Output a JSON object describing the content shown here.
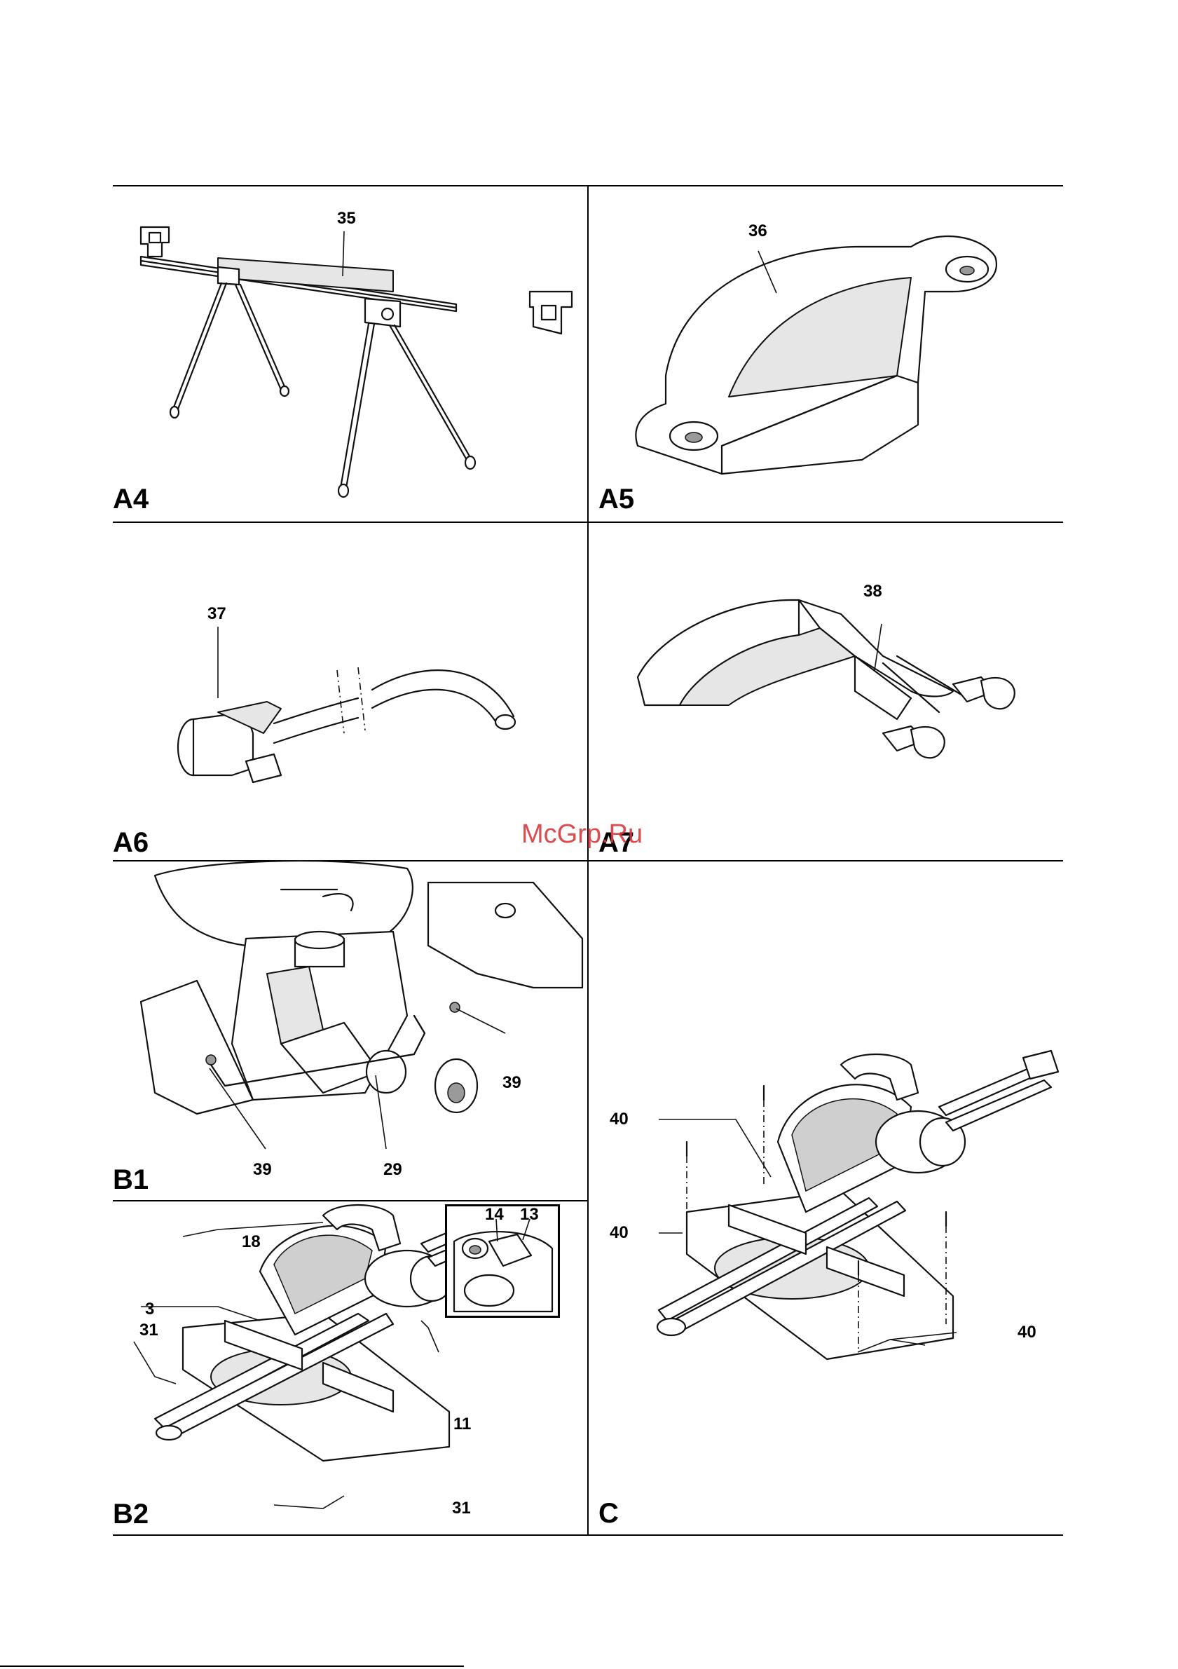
{
  "panels": {
    "a4": {
      "label": "A4",
      "callout": "35"
    },
    "a5": {
      "label": "A5",
      "callout": "36"
    },
    "a6": {
      "label": "A6",
      "callout": "37"
    },
    "a7": {
      "label": "A7",
      "callout": "38"
    },
    "b1": {
      "label": "B1",
      "callouts": [
        "39",
        "39",
        "29"
      ]
    },
    "b2": {
      "label": "B2",
      "callouts": [
        "18",
        "3",
        "31",
        "14",
        "13",
        "11",
        "31"
      ]
    },
    "c": {
      "label": "C",
      "callouts": [
        "40",
        "40",
        "40"
      ]
    }
  },
  "watermark": "McGrp.Ru"
}
